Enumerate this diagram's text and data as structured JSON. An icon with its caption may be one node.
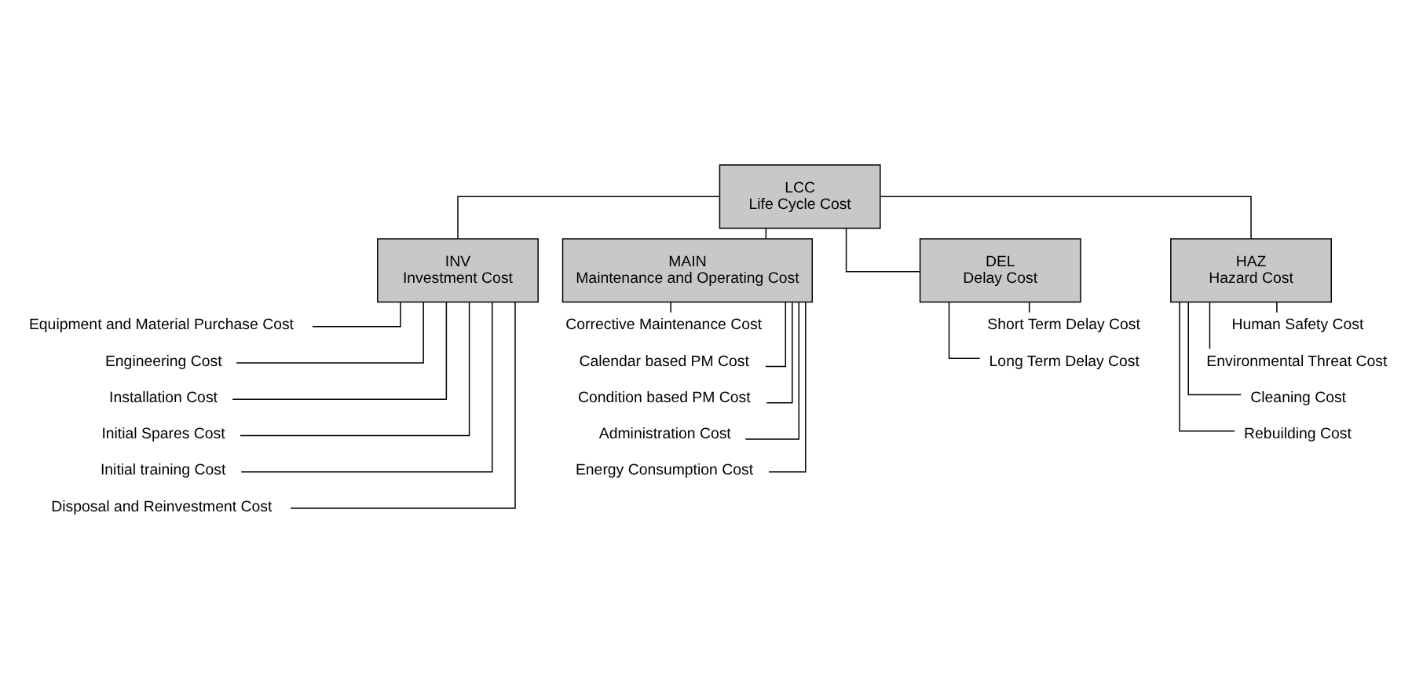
{
  "diagram": {
    "nodes": [
      {
        "text": [
          "LCC",
          "Life Cycle Cost"
        ]
      },
      {
        "text": [
          "INV",
          "Investment Cost"
        ]
      },
      {
        "text": [
          "MAIN",
          "Maintenance and Operating Cost"
        ]
      },
      {
        "text": [
          "DEL",
          "Delay Cost"
        ]
      },
      {
        "text": [
          "HAZ",
          "Hazard Cost"
        ]
      },
      {
        "text": [
          "Equipment and Material Purchase Cost"
        ]
      },
      {
        "text": [
          "Engineering Cost"
        ]
      },
      {
        "text": [
          "Installation Cost"
        ]
      },
      {
        "text": [
          "Initial Spares Cost"
        ]
      },
      {
        "text": [
          "Initial training Cost"
        ]
      },
      {
        "text": [
          "Disposal and Reinvestment Cost"
        ]
      },
      {
        "text": [
          "Corrective Maintenance Cost"
        ]
      },
      {
        "text": [
          "Calendar based PM Cost"
        ]
      },
      {
        "text": [
          "Condition based PM Cost"
        ]
      },
      {
        "text": [
          "Administration Cost"
        ]
      },
      {
        "text": [
          "Energy Consumption Cost"
        ]
      },
      {
        "text": [
          "Short Term Delay Cost"
        ]
      },
      {
        "text": [
          "Long Term Delay Cost"
        ]
      },
      {
        "text": [
          "Human Safety Cost"
        ]
      },
      {
        "text": [
          "Environmental Threat Cost"
        ]
      },
      {
        "text": [
          "Cleaning Cost"
        ]
      },
      {
        "text": [
          "Rebuilding Cost"
        ]
      }
    ],
    "edges": [
      {
        "from": 0,
        "to": 1,
        "arrow": "none"
      },
      {
        "from": 0,
        "to": 2,
        "arrow": "none"
      },
      {
        "from": 0,
        "to": 3,
        "arrow": "none"
      },
      {
        "from": 0,
        "to": 4,
        "arrow": "none"
      },
      {
        "from": 1,
        "to": 5,
        "arrow": "none"
      },
      {
        "from": 1,
        "to": 6,
        "arrow": "none"
      },
      {
        "from": 1,
        "to": 7,
        "arrow": "none"
      },
      {
        "from": 1,
        "to": 8,
        "arrow": "none"
      },
      {
        "from": 1,
        "to": 9,
        "arrow": "none"
      },
      {
        "from": 1,
        "to": 10,
        "arrow": "none"
      },
      {
        "from": 2,
        "to": 11,
        "arrow": "none"
      },
      {
        "from": 2,
        "to": 12,
        "arrow": "none"
      },
      {
        "from": 2,
        "to": 13,
        "arrow": "none"
      },
      {
        "from": 2,
        "to": 14,
        "arrow": "none"
      },
      {
        "from": 2,
        "to": 15,
        "arrow": "none"
      },
      {
        "from": 3,
        "to": 16,
        "arrow": "none"
      },
      {
        "from": 3,
        "to": 17,
        "arrow": "none"
      },
      {
        "from": 4,
        "to": 18,
        "arrow": "none"
      },
      {
        "from": 4,
        "to": 19,
        "arrow": "none"
      },
      {
        "from": 4,
        "to": 20,
        "arrow": "none"
      },
      {
        "from": 4,
        "to": 21,
        "arrow": "none"
      }
    ]
  }
}
